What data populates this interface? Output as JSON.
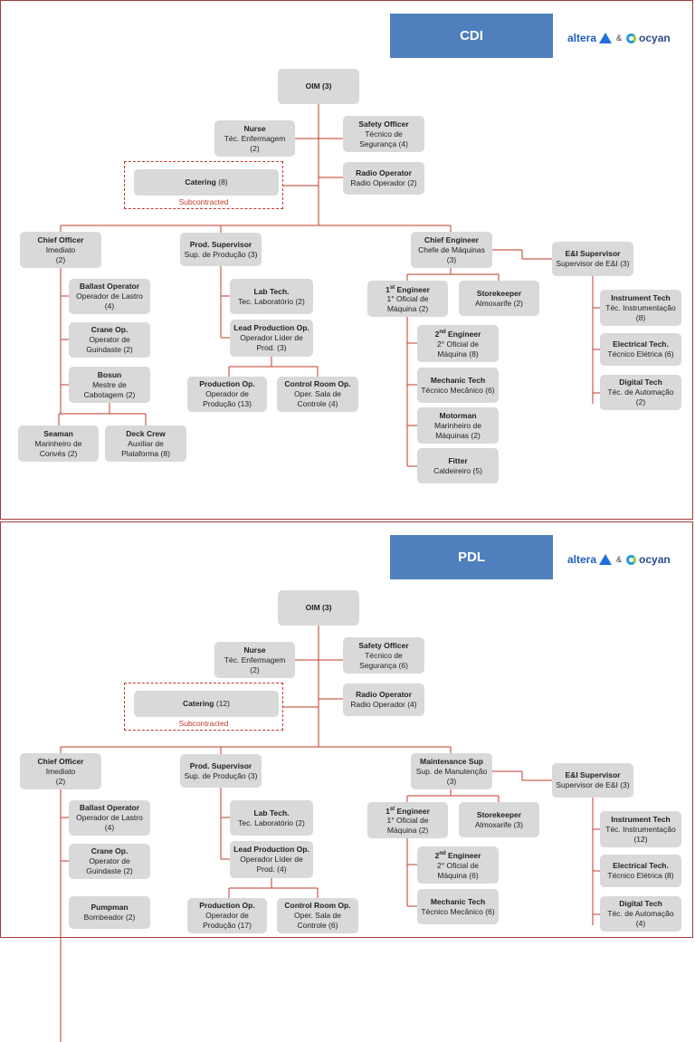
{
  "slides": [
    {
      "title": "CDI",
      "logo": {
        "brand1": "altera",
        "amp": "&",
        "brand2": "ocyan"
      },
      "catering": {
        "title": "Catering",
        "count": "(8)",
        "note": "Subcontracted"
      },
      "boxes": {
        "oim": {
          "title": "OIM (3)"
        },
        "nurse": {
          "title": "Nurse",
          "sub": "Téc. Enfermagem\n(2)"
        },
        "safety": {
          "title": "Safety Officer",
          "sub": "Técnico de\nSegurança (4)"
        },
        "radio": {
          "title": "Radio Operator",
          "sub": "Radio Operador (2)"
        },
        "chief_officer": {
          "title": "Chief Officer",
          "sub": "Imediato\n(2)"
        },
        "ballast": {
          "title": "Ballast Operator",
          "sub": "Operador de Lastro\n(4)"
        },
        "crane": {
          "title": "Crane Op.",
          "sub": "Operator de\nGuindaste (2)"
        },
        "bosun": {
          "title": "Bosun",
          "sub": "Mestre de\nCabotagem (2)"
        },
        "seaman": {
          "title": "Seaman",
          "sub": "Marinheiro de\nConvés (2)"
        },
        "deck_crew": {
          "title": "Deck Crew",
          "sub": "Auxiliar de\nPlataforma (8)"
        },
        "prod_sup": {
          "title": "Prod. Supervisor",
          "sub": "Sup. de Produção (3)"
        },
        "lab": {
          "title": "Lab Tech.",
          "sub": "Tec. Laboratório (2)"
        },
        "lead_prod": {
          "title": "Lead Production Op.",
          "sub": "Operador Líder de\nProd. (3)"
        },
        "prod_op": {
          "title": "Production Op.",
          "sub": "Operador de\nProdução (13)"
        },
        "control_room": {
          "title": "Control Room Op.",
          "sub": "Oper. Sala de\nControle  (4)"
        },
        "chief_eng": {
          "title": "Chief Engineer",
          "sub": "Chefe de Máquinas\n(3)"
        },
        "first_eng": {
          "title": "1st Engineer",
          "sub": "1° Oficial de\nMáquina (2)"
        },
        "storekeeper": {
          "title": "Storekeeper",
          "sub": "Almoxarife  (2)"
        },
        "second_eng": {
          "title": "2nd Engineer",
          "sub": "2° Oficial de\nMáquina (8)"
        },
        "mechanic": {
          "title": "Mechanic Tech",
          "sub": "Técnico Mecânico (6)"
        },
        "motorman": {
          "title": "Motorman",
          "sub": "Marinheiro de\nMáquinas (2)"
        },
        "fitter": {
          "title": "Fitter",
          "sub": "Caldeireiro (5)"
        },
        "ei_sup": {
          "title": "E&I Supervisor",
          "sub": "Supervisor de E&I (3)"
        },
        "instrument": {
          "title": "Instrument Tech",
          "sub": "Téc. Instrumentação\n(8)"
        },
        "electrical": {
          "title": "Electrical Tech.",
          "sub": "Técnico Elétrica  (6)"
        },
        "digital": {
          "title": "Digital Tech",
          "sub": "Téc. de Automação\n(2)"
        }
      }
    },
    {
      "title": "PDL",
      "logo": {
        "brand1": "altera",
        "amp": "&",
        "brand2": "ocyan"
      },
      "catering": {
        "title": "Catering",
        "count": "(12)",
        "note": "Subcontracted"
      },
      "boxes": {
        "oim": {
          "title": "OIM (3)"
        },
        "nurse": {
          "title": "Nurse",
          "sub": "Téc. Enfermagem\n(2)"
        },
        "safety": {
          "title": "Safety Officer",
          "sub": "Técnico de\nSegurança (6)"
        },
        "radio": {
          "title": "Radio Operator",
          "sub": "Radio Operador (4)"
        },
        "chief_officer": {
          "title": "Chief Officer",
          "sub": "Imediato\n(2)"
        },
        "ballast": {
          "title": "Ballast Operator",
          "sub": "Operador de Lastro\n(4)"
        },
        "crane": {
          "title": "Crane Op.",
          "sub": "Operator de\nGuindaste (2)"
        },
        "pumpman": {
          "title": "Pumpman",
          "sub": "Bombeador (2)"
        },
        "prod_sup": {
          "title": "Prod. Supervisor",
          "sub": "Sup. de Produção (3)"
        },
        "lab": {
          "title": "Lab Tech.",
          "sub": "Tec. Laboratório (2)"
        },
        "lead_prod": {
          "title": "Lead Production Op.",
          "sub": "Operador Líder de\nProd. (4)"
        },
        "prod_op": {
          "title": "Production Op.",
          "sub": "Operador de\nProdução (17)"
        },
        "control_room": {
          "title": "Control Room Op.",
          "sub": "Oper. Sala de\nControle  (6)"
        },
        "chief_eng": {
          "title": "Maintenance Sup",
          "sub": "Sup. de Manutenção\n(3)"
        },
        "first_eng": {
          "title": "1st Engineer",
          "sub": "1° Oficial de\nMáquina (2)"
        },
        "storekeeper": {
          "title": "Storekeeper",
          "sub": "Almoxarife  (3)"
        },
        "second_eng": {
          "title": "2nd Engineer",
          "sub": "2° Oficial de\nMáquina (6)"
        },
        "mechanic": {
          "title": "Mechanic Tech",
          "sub": "Técnico Mecânico (6)"
        },
        "ei_sup": {
          "title": "E&I Supervisor",
          "sub": "Supervisor de E&I (3)"
        },
        "instrument": {
          "title": "Instrument Tech",
          "sub": "Téc. Instrumentação\n(12)"
        },
        "electrical": {
          "title": "Electrical Tech.",
          "sub": "Técnico Elétrica  (8)"
        },
        "digital": {
          "title": "Digital Tech",
          "sub": "Téc. de Automação\n(4)"
        }
      }
    }
  ]
}
